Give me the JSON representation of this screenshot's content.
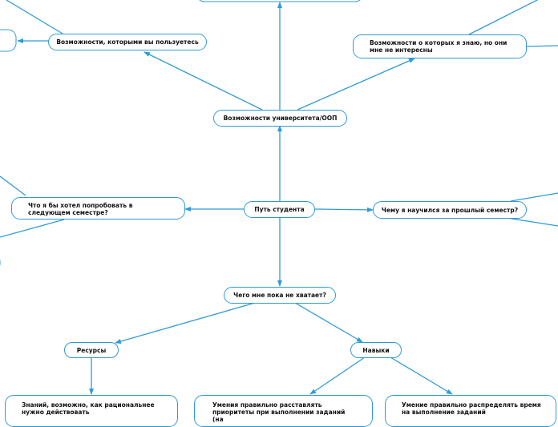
{
  "colors": {
    "line": "#2f9bd6",
    "border": "#2f9bd6",
    "text": "#111111",
    "background": "#ffffff"
  },
  "nodes": {
    "central": "Путь студента",
    "university": "Возможности университета/ООП",
    "used": "Возможности, которыми вы пользуетесь",
    "known": "Возможности о которых я знаю, но они мне не интересны",
    "try_next": "Что я бы хотел попробовать в следующем семестре?",
    "learned": "Чему я научился за прошлый семестр?",
    "lacking": "Чего мне пока не хватает?",
    "resources": "Ресурсы",
    "skills": "Навыки",
    "knowledge": "Знаний, возможно, как рациональнее нужно действовать",
    "priorities": "Умения правильно расставлять приоритеты при выполнении заданий (на",
    "time": "Умение правильно распределять время на выполнение заданий"
  }
}
